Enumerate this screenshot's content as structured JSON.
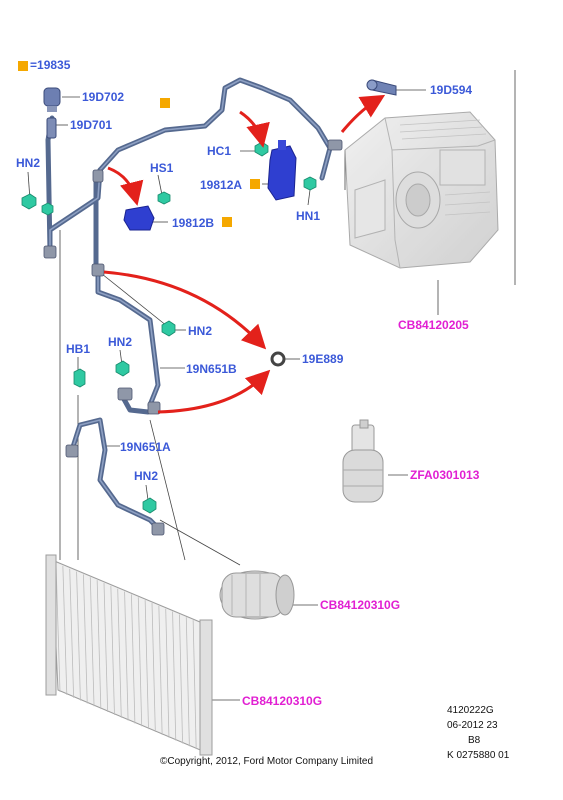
{
  "colors": {
    "part_label": "#3b59d8",
    "catalog_label": "#e11fd2",
    "marker": "#f5a800",
    "arrow": "#e3211b",
    "hose": "#55698f",
    "clip": "#2fc9a2",
    "accumulator": "#2f3fd0"
  },
  "legend": {
    "marker_icon": "orange-square-icon",
    "eq": "=",
    "code": "19835"
  },
  "labels": {
    "d702": "19D702",
    "d701": "19D701",
    "d594": "19D594",
    "hc1": "HC1",
    "hs1": "HS1",
    "a812": "19812A",
    "b812": "19812B",
    "hn2_top": "HN2",
    "hn1": "HN1",
    "hn2_mid": "HN2",
    "hb1": "HB1",
    "hn2_left": "HN2",
    "n651b": "19N651B",
    "e889": "19E889",
    "n651a": "19N651A",
    "hn2_low": "HN2"
  },
  "catalog": {
    "cb205": "CB84120205",
    "zfa": "ZFA0301013",
    "cb310_comp": "CB84120310G",
    "cb310_cond": "CB84120310G"
  },
  "meta": {
    "line1": "4120222G",
    "line2": "06-2012 23",
    "line3": "B8",
    "line4": "K 0275880 01"
  },
  "copyright": "©Copyright, 2012, Ford Motor Company Limited"
}
